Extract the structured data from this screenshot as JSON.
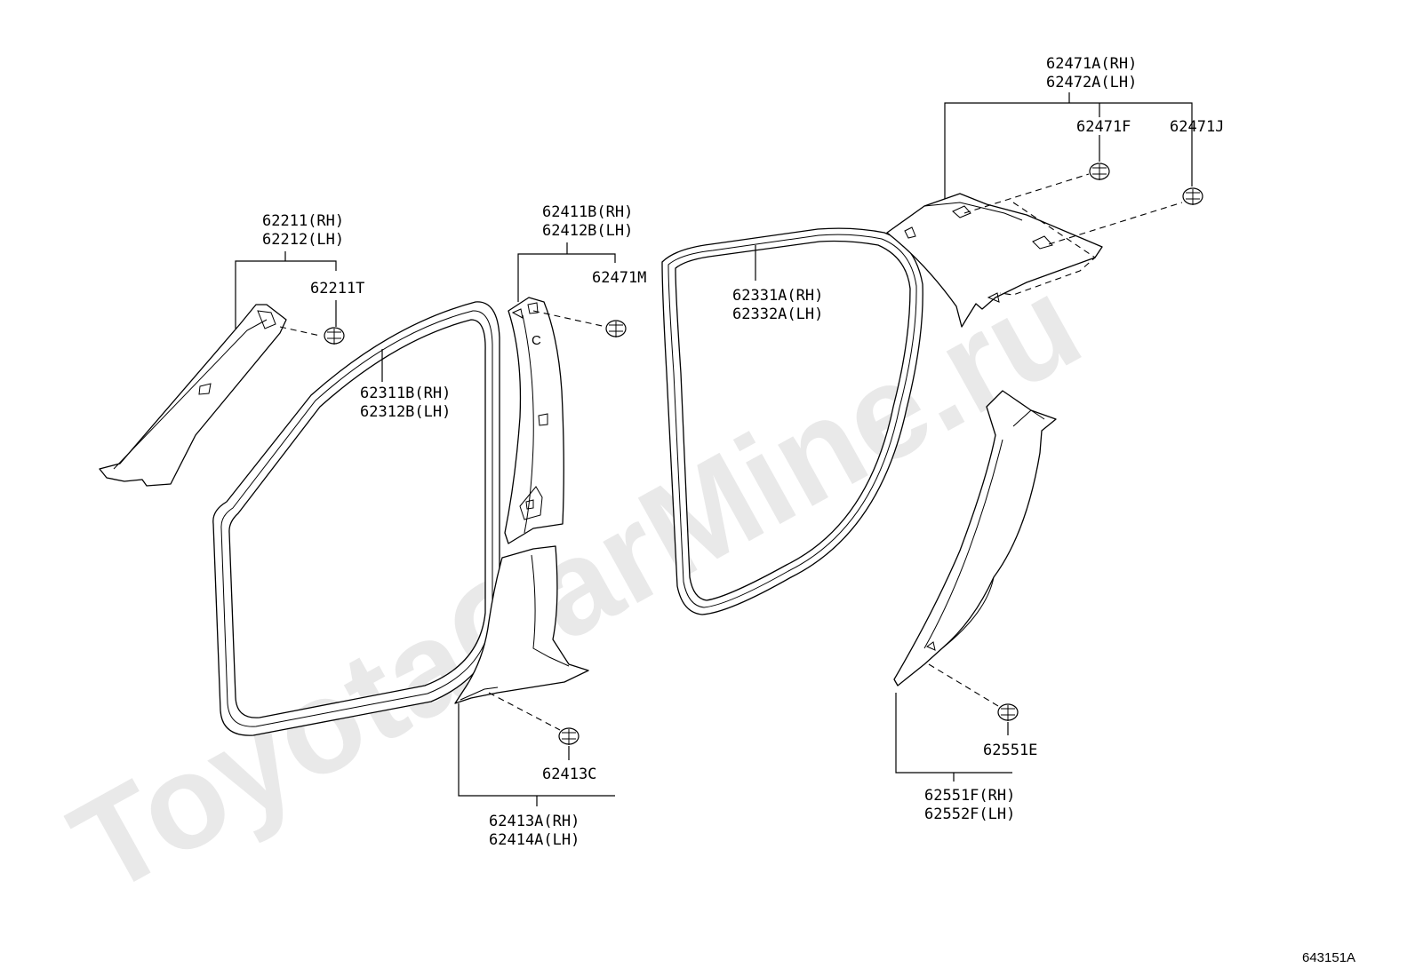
{
  "watermark": "ToyotaCarMine.ru",
  "figure_number": "643151A",
  "callouts": {
    "a_pillar": {
      "rh": "62211(RH)",
      "lh": "62212(LH)",
      "clip": "62211T"
    },
    "front_weatherstrip": {
      "rh": "62311B(RH)",
      "lh": "62312B(LH)"
    },
    "b_pillar_upper": {
      "rh": "62411B(RH)",
      "lh": "62412B(LH)",
      "clip": "62471M"
    },
    "b_pillar_lower": {
      "rh": "62413A(RH)",
      "lh": "62414A(LH)",
      "clip": "62413C"
    },
    "rear_weatherstrip": {
      "rh": "62331A(RH)",
      "lh": "62332A(LH)"
    },
    "c_pillar": {
      "rh": "62471A(RH)",
      "lh": "62472A(LH)",
      "clip_f": "62471F",
      "clip_j": "62471J"
    },
    "quarter_trim": {
      "rh": "62551F(RH)",
      "lh": "62552F(LH)",
      "clip": "62551E"
    }
  }
}
